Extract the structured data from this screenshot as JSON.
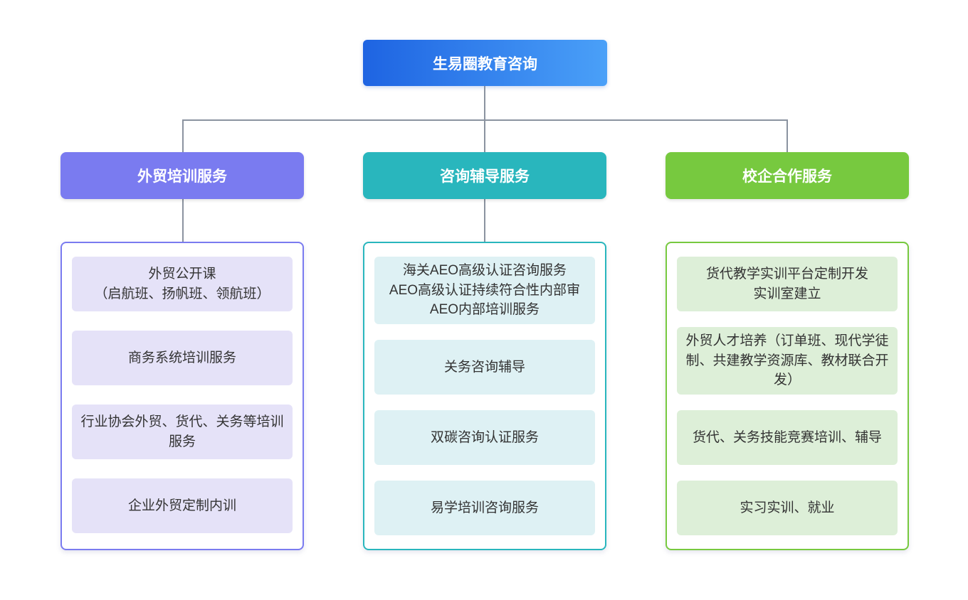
{
  "chart": {
    "type": "org-diagram",
    "root": {
      "label": "生易圈教育咨询"
    },
    "columns": [
      {
        "header": "外贸培训服务",
        "accent_color": "#7a7bf0",
        "item_bg_color": "#e5e2f8",
        "items": [
          "外贸公开课\n（启航班、扬帆班、领航班）",
          "商务系统培训服务",
          "行业协会外贸、货代、关务等培训服务",
          "企业外贸定制内训"
        ]
      },
      {
        "header": "咨询辅导服务",
        "accent_color": "#29b6bd",
        "item_bg_color": "#def1f4",
        "items": [
          "海关AEO高级认证咨询服务\nAEO高级认证持续符合性内部审\nAEO内部培训服务",
          "关务咨询辅导",
          "双碳咨询认证服务",
          "易学培训咨询服务"
        ]
      },
      {
        "header": "校企合作服务",
        "accent_color": "#77c93f",
        "item_bg_color": "#ddefd8",
        "items": [
          "货代教学实训平台定制开发\n实训室建立",
          "外贸人才培养（订单班、现代学徒制、共建教学资源库、教材联合开发）",
          "货代、关务技能竞赛培训、辅导",
          "实习实训、就业"
        ]
      }
    ]
  },
  "colors": {
    "root_grad_start": "#1e64e2",
    "root_grad_end": "#4aa0f8",
    "purple": "#7a7bf0",
    "purple_light": "#e5e2f8",
    "teal": "#29b6bd",
    "teal_light": "#def1f4",
    "green": "#77c93f",
    "green_light": "#ddefd8",
    "line": "#8b93a0",
    "item_text": "#333333"
  }
}
